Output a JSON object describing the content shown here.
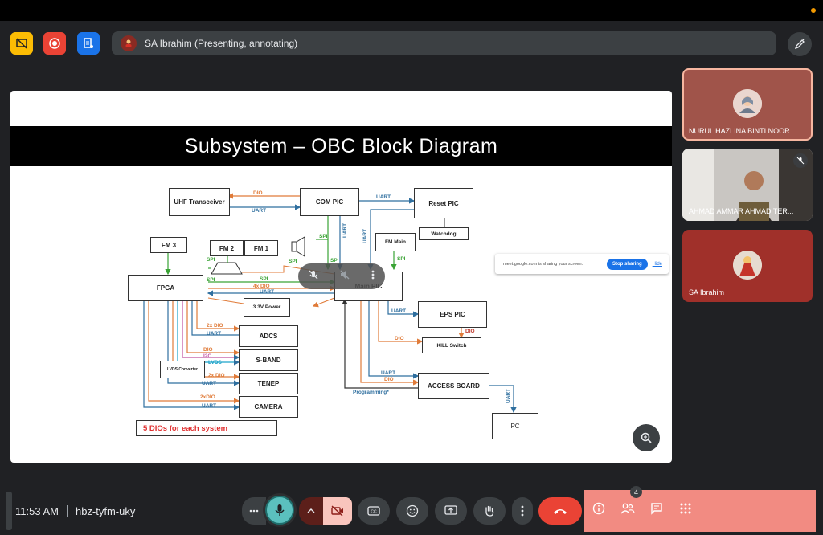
{
  "presenter": {
    "label": "SA Ibrahim (Presenting, annotating)"
  },
  "slide": {
    "title": "Subsystem – OBC Block Diagram",
    "blocks": {
      "uhf": "UHF Transceiver",
      "com_pic": "COM PIC",
      "reset_pic": "Reset PIC",
      "watchdog": "Watchdog",
      "fm3": "FM 3",
      "fm2": "FM 2",
      "fm1": "FM 1",
      "fm_main": "FM Main",
      "fpga": "FPGA",
      "main_pic": "Main PIC",
      "power": "3.3V Power",
      "eps_pic": "EPS PIC",
      "kill_switch": "KILL Switch",
      "adcs": "ADCS",
      "sband": "S-BAND",
      "lvds_conv": "LVDS Converter",
      "tenep": "TENEP",
      "camera": "CAMERA",
      "access_board": "ACCESS BOARD",
      "pc": "PC"
    },
    "labels": {
      "dio": "DIO",
      "uart": "UART",
      "spi": "SPI",
      "4x_dio": "4x DIO",
      "2x_dio": "2x DIO",
      "2xdio": "2xDIO",
      "i2c": "I2C",
      "lvds": "LVDS",
      "programming": "Programming*"
    },
    "note": "5 DIOs for each system"
  },
  "share_popup": {
    "message": "meet.google.com is sharing your screen.",
    "stop_label": "Stop sharing",
    "hide_label": "Hide"
  },
  "participants": [
    {
      "name": "NURUL HAZLINA BINTI NOOR..."
    },
    {
      "name": "AHMAD AMMAR AHMAD TER..."
    },
    {
      "name": "SA Ibrahim"
    }
  ],
  "footer": {
    "time": "11:53 AM",
    "meeting_code": "hbz-tyfm-uky",
    "people_count": "4"
  },
  "colors": {
    "accent_teal": "#5bc0be",
    "end_call": "#ea4335",
    "panel_pink": "#f28b82",
    "highlight_border": "#f6b6a0"
  }
}
